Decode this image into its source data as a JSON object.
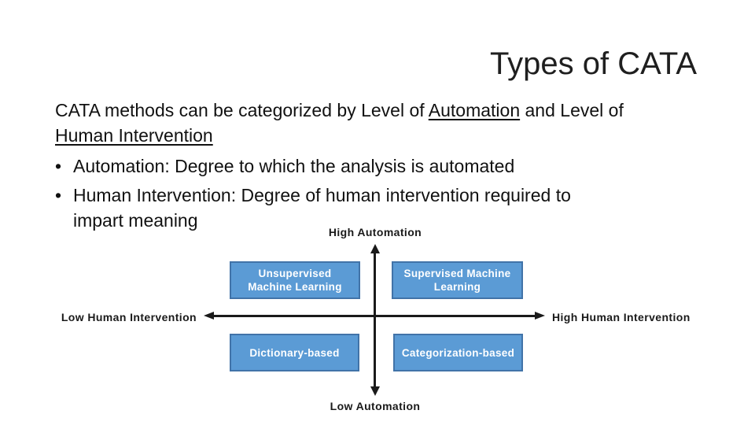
{
  "slide": {
    "title": "Types of CATA",
    "intro": {
      "seg1": "CATA methods can be categorized by Level of ",
      "underline1": "Automation",
      "seg2": " and Level of",
      "underline2": "Human Intervention"
    },
    "bullets": [
      {
        "marker": "•",
        "line1": "Automation: Degree to which the analysis is automated"
      },
      {
        "marker": "•",
        "line1": "Human Intervention: Degree of human intervention required to",
        "line2": "impart meaning"
      }
    ],
    "diagram": {
      "axis_top_label": "High Automation",
      "axis_bottom_label": "Low Automation",
      "axis_left_label": "Low Human Intervention",
      "axis_right_label": "High Human Intervention",
      "quadrants": {
        "top_left": "Unsupervised Machine Learning",
        "top_right": "Supervised Machine Learning",
        "bottom_left": "Dictionary-based",
        "bottom_right": "Categorization-based"
      },
      "colors": {
        "box_fill": "#5B9BD5",
        "box_border": "#4173A8",
        "box_text": "#FFFFFF",
        "axis_color": "#1A1A1A",
        "background": "#FFFFFF",
        "text": "#111111"
      }
    }
  }
}
